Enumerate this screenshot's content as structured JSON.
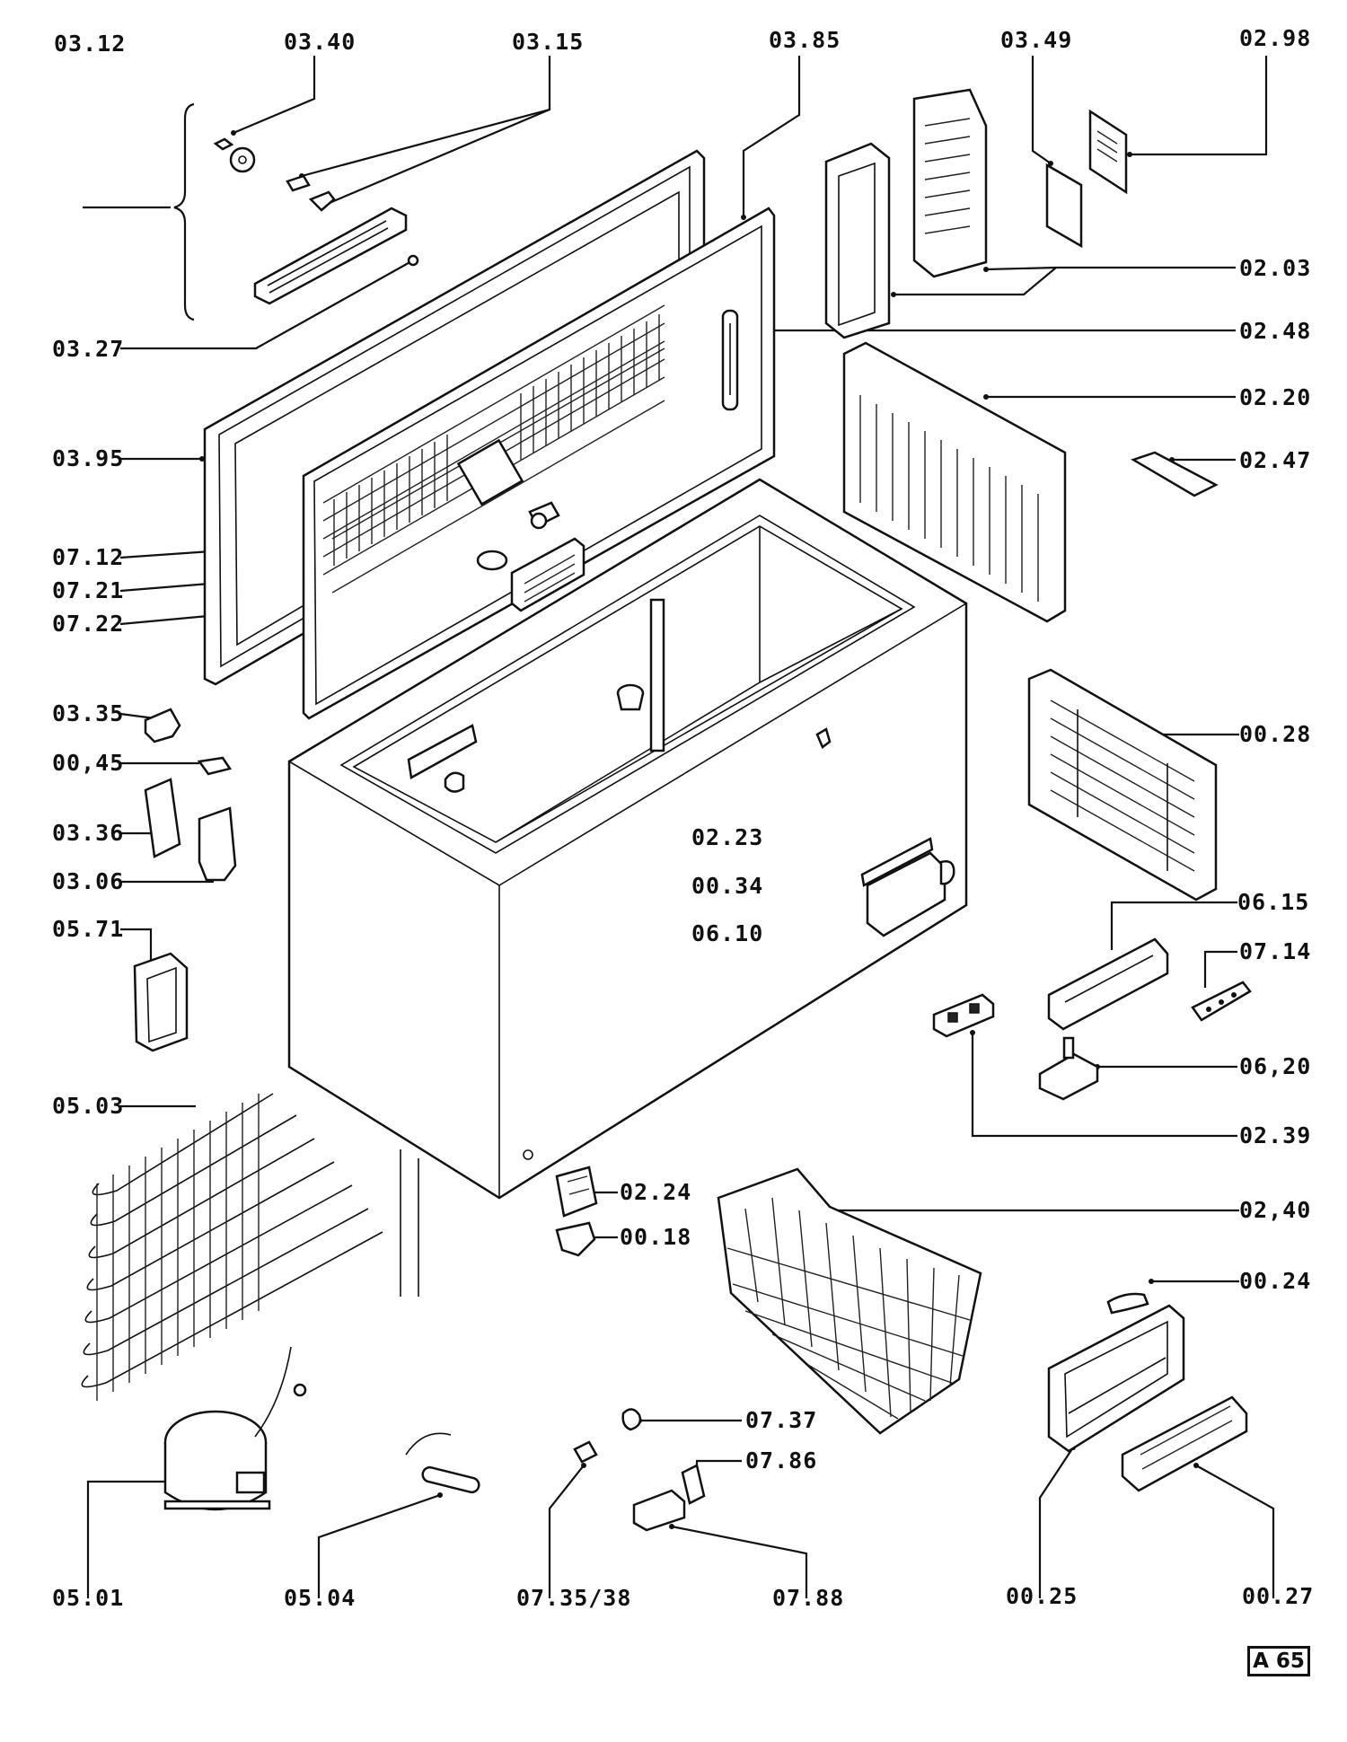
{
  "labels": {
    "l0312": "03.12",
    "l0340": "03.40",
    "l0315": "03.15",
    "l0385": "03.85",
    "l0349": "03.49",
    "l0298": "02.98",
    "l0203": "02.03",
    "l0248": "02.48",
    "l0220": "02.20",
    "l0247": "02.47",
    "l0327": "03.27",
    "l0395": "03.95",
    "l0712": "07.12",
    "l0721": "07.21",
    "l0722": "07.22",
    "l0335": "03.35",
    "l0045": "00,45",
    "l0336": "03.36",
    "l0306": "03.06",
    "l0571": "05.71",
    "l0503": "05.03",
    "l0223": "02.23",
    "l0034": "00.34",
    "l0610": "06.10",
    "l0028": "00.28",
    "l0615": "06.15",
    "l0714": "07.14",
    "l0620": "06,20",
    "l0239": "02.39",
    "l0224": "02.24",
    "l0018": "00.18",
    "l0240": "02,40",
    "l0024": "00.24",
    "l0737": "07.37",
    "l0786": "07.86",
    "l0501": "05.01",
    "l0504": "05.04",
    "l073538": "07.35/38",
    "l0788": "07.88",
    "l0025": "00.25",
    "l0027": "00.27"
  },
  "page_code": "A 65"
}
